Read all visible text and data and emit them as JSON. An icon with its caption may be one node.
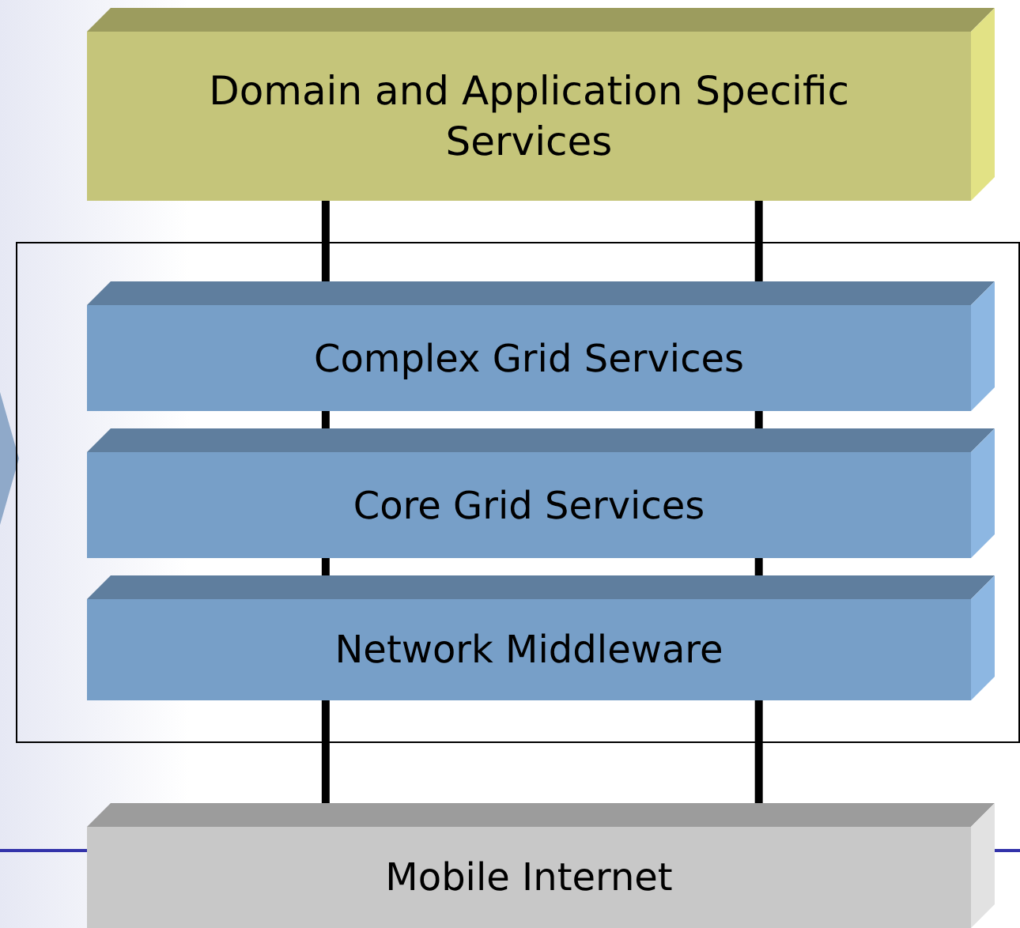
{
  "diagram": {
    "nodes": [
      {
        "text": [
          "Domain and Application Specific Services"
        ]
      },
      {
        "text": [],
        "shape": "box"
      },
      {
        "text": [
          "Complex Grid Services"
        ],
        "in": 1
      },
      {
        "text": [
          "Core Grid Services"
        ],
        "in": 1
      },
      {
        "text": [
          "Network Middleware"
        ],
        "in": 1
      },
      {
        "text": [
          "Mobile Internet"
        ]
      }
    ],
    "edges": [
      {
        "from": 0,
        "to": 2,
        "arrow": "none"
      },
      {
        "from": 0,
        "to": 2,
        "arrow": "none"
      },
      {
        "from": 2,
        "to": 3,
        "arrow": "none"
      },
      {
        "from": 2,
        "to": 3,
        "arrow": "none"
      },
      {
        "from": 3,
        "to": 4,
        "arrow": "none"
      },
      {
        "from": 3,
        "to": 4,
        "arrow": "none"
      },
      {
        "from": 4,
        "to": 5,
        "arrow": "none"
      },
      {
        "from": 4,
        "to": 5,
        "arrow": "none"
      }
    ]
  }
}
